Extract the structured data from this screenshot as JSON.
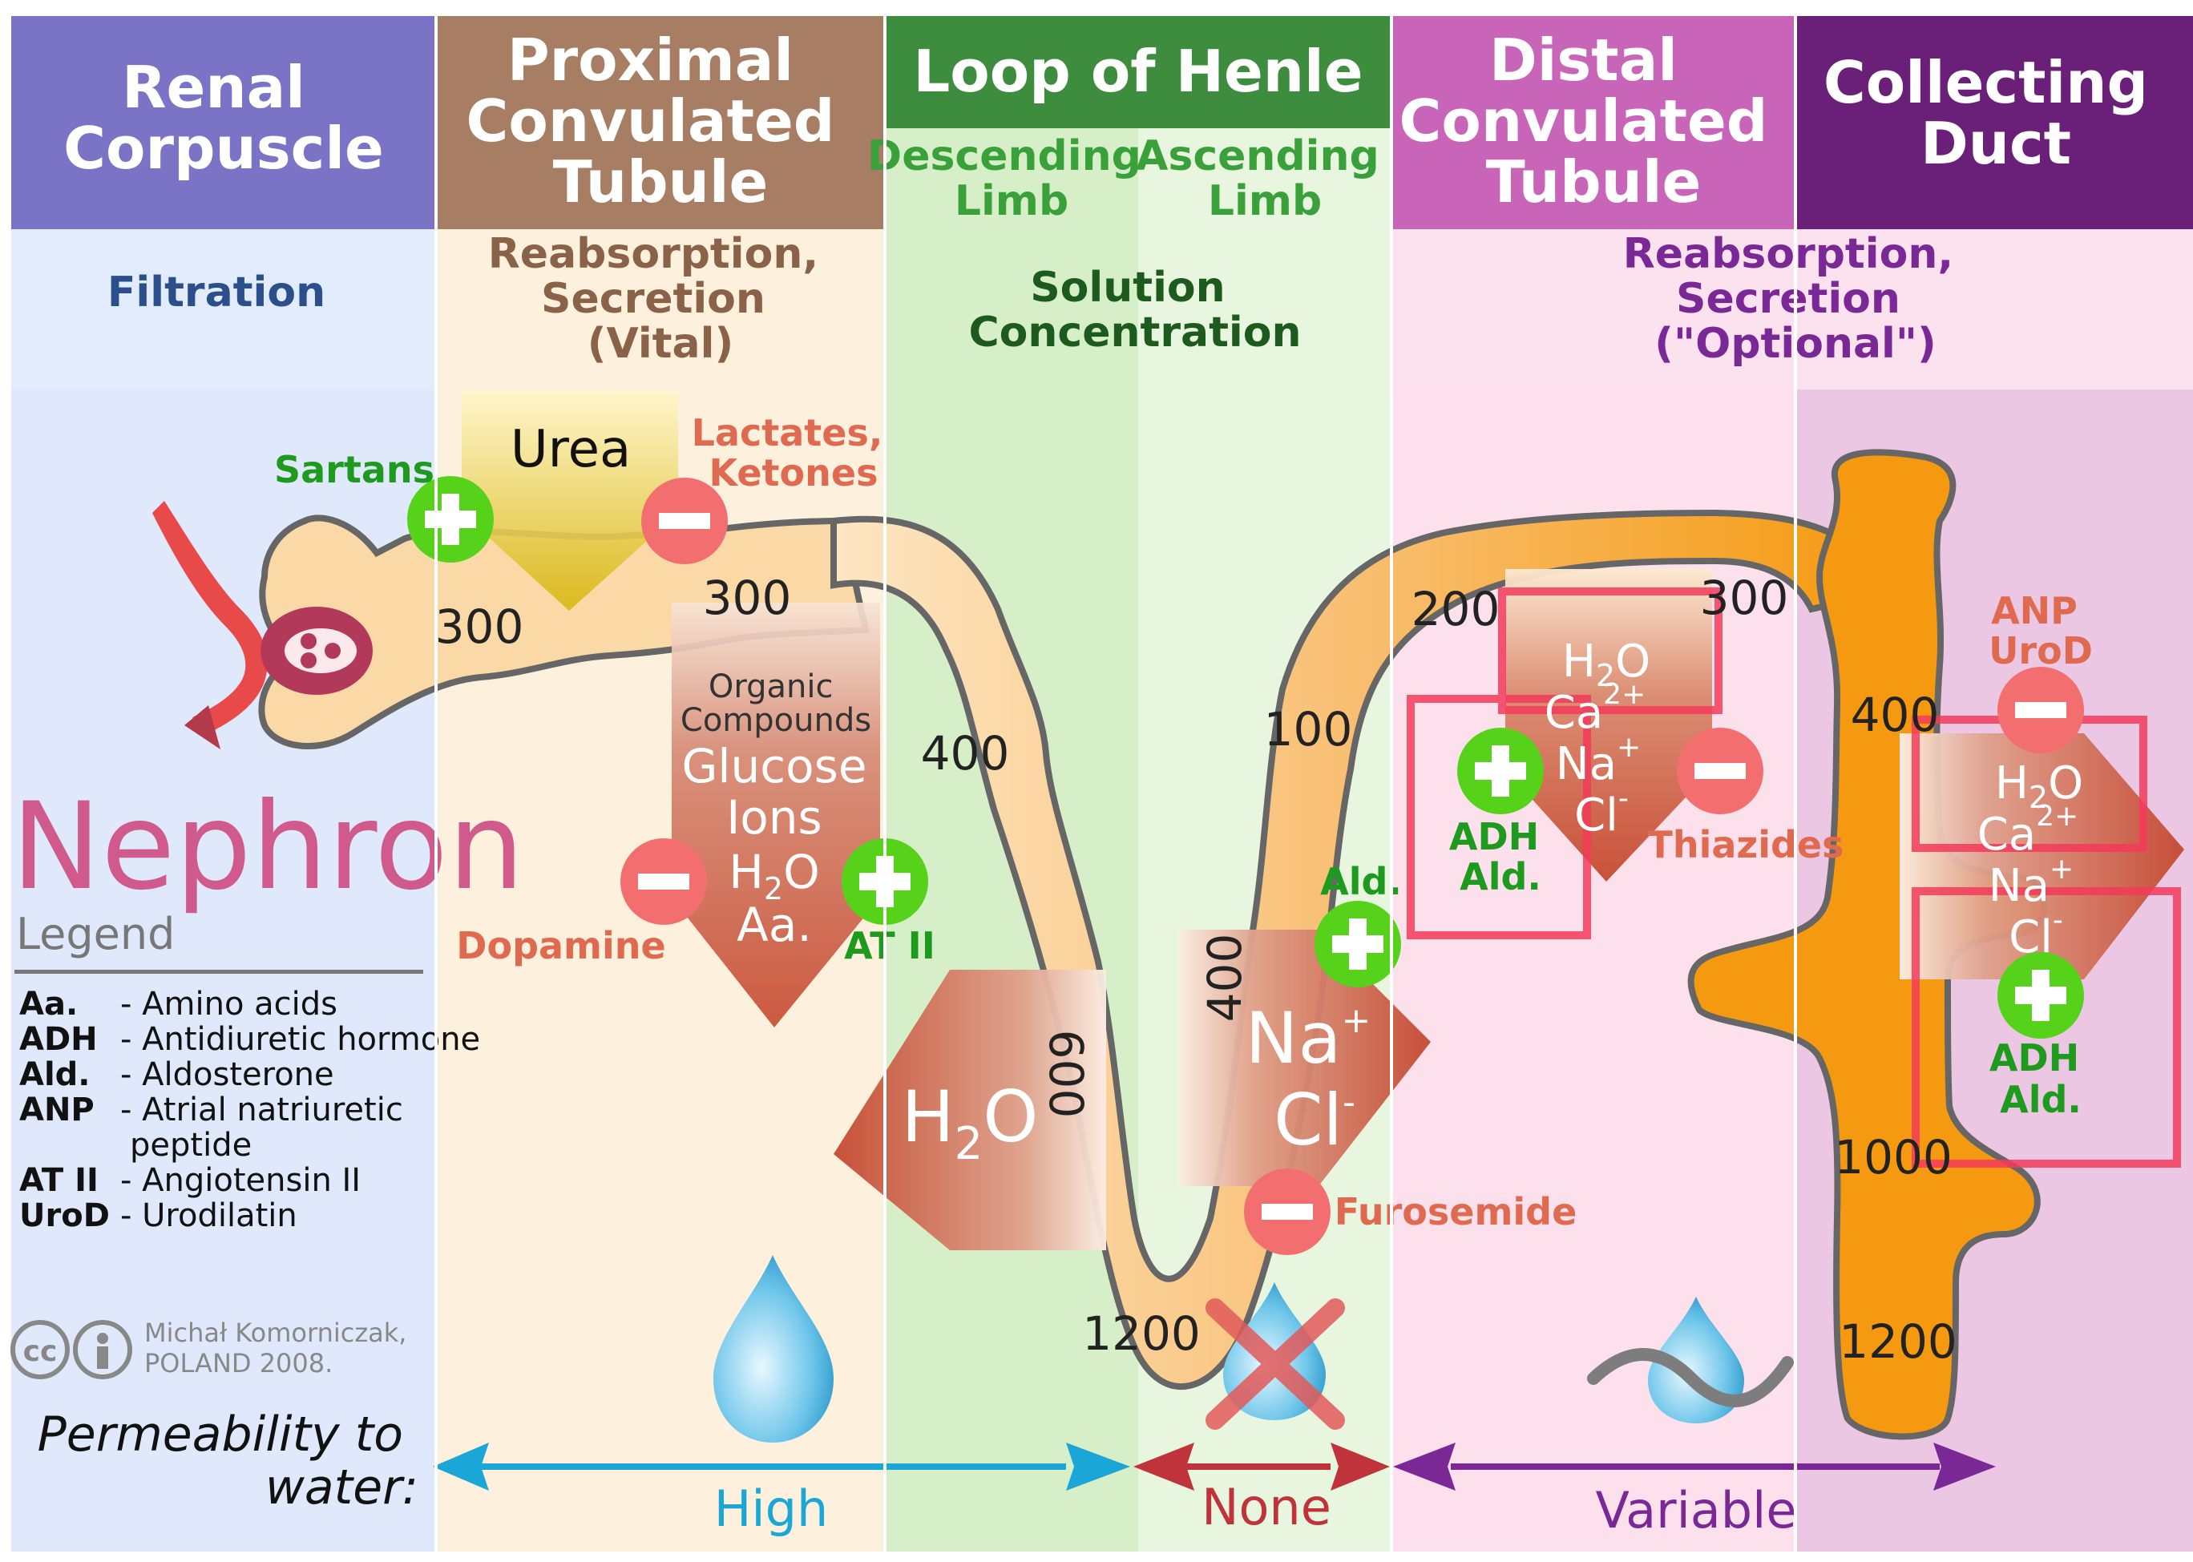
{
  "colors": {
    "renal_corpuscle": "#7b73c6",
    "proximal": "#a77e63",
    "loop": "#3e8c3e",
    "distal": "#c965b8",
    "collecting": "#6a2078",
    "tubule": "#f5a623",
    "tubule_light": "#fbd8a0",
    "plus": "#57d21b",
    "minus": "#f36f6f",
    "arrow_high": "#1aa6d6",
    "arrow_none": "#c0333a",
    "arrow_variable": "#7a2896"
  },
  "headers": {
    "renal_corpuscle": [
      "Renal",
      "Corpuscle"
    ],
    "proximal": [
      "Proximal",
      "Convulated",
      "Tubule"
    ],
    "loop": "Loop of Henle",
    "descending": [
      "Descending",
      "Limb"
    ],
    "ascending": [
      "Ascending",
      "Limb"
    ],
    "distal": [
      "Distal",
      "Convulated",
      "Tubule"
    ],
    "collecting": [
      "Collecting",
      "Duct"
    ]
  },
  "functions": {
    "filtration": "Filtration",
    "proximal": [
      "Reabsorption,",
      "Secretion",
      "(Vital)"
    ],
    "loop": [
      "Solution",
      "Concentration"
    ],
    "distal": [
      "Reabsorption,",
      "Secretion",
      "(\"Optional\")"
    ]
  },
  "osmolarity": {
    "pct_300": "300",
    "proximal_300": "300",
    "desc_400": "400",
    "desc_600": "600",
    "bottom_1200": "1200",
    "asc_400": "400",
    "asc_100": "100",
    "dct_200": "200",
    "dct_300": "300",
    "cd_400": "400",
    "cd_1000": "1000",
    "cd_1200": "1200"
  },
  "substances": {
    "urea": "Urea",
    "organic_compounds": [
      "Organic",
      "Compounds"
    ],
    "glucose": "Glucose",
    "ions": "Ions",
    "h2o_h": "H",
    "h2o_2": "2",
    "h2o_o": "O",
    "aa": "Aa.",
    "na": "Na",
    "plus_sup": "+",
    "cl": "Cl",
    "minus_sup": "-",
    "ca": "Ca",
    "ca_sup": "2+"
  },
  "drugs": {
    "sartans": "Sartans",
    "lactates": [
      "Lactates,",
      "Ketones"
    ],
    "dopamine": "Dopamine",
    "at2": "AT II",
    "ald": "Ald.",
    "furosemide": "Furosemide",
    "adh_ald": [
      "ADH",
      "Ald."
    ],
    "thiazides": "Thiazides",
    "anp_urod": [
      "ANP",
      "UroD"
    ]
  },
  "title": "Nephron",
  "legend": {
    "heading": "Legend",
    "items": [
      {
        "abbr": "Aa.",
        "def": "- Amino acids"
      },
      {
        "abbr": "ADH",
        "def": "- Antidiuretic hormone"
      },
      {
        "abbr": "Ald.",
        "def": "- Aldosterone"
      },
      {
        "abbr": "ANP",
        "def": "- Atrial natriuretic"
      },
      {
        "abbr": "",
        "def": "peptide"
      },
      {
        "abbr": "AT II",
        "def": "- Angiotensin II"
      },
      {
        "abbr": "UroD",
        "def": "- Urodilatin"
      }
    ]
  },
  "credit": [
    "Michał Komorniczak,",
    "POLAND 2008."
  ],
  "permeability": {
    "label": [
      "Permeability to",
      "water:"
    ],
    "high": "High",
    "none": "None",
    "variable": "Variable"
  }
}
